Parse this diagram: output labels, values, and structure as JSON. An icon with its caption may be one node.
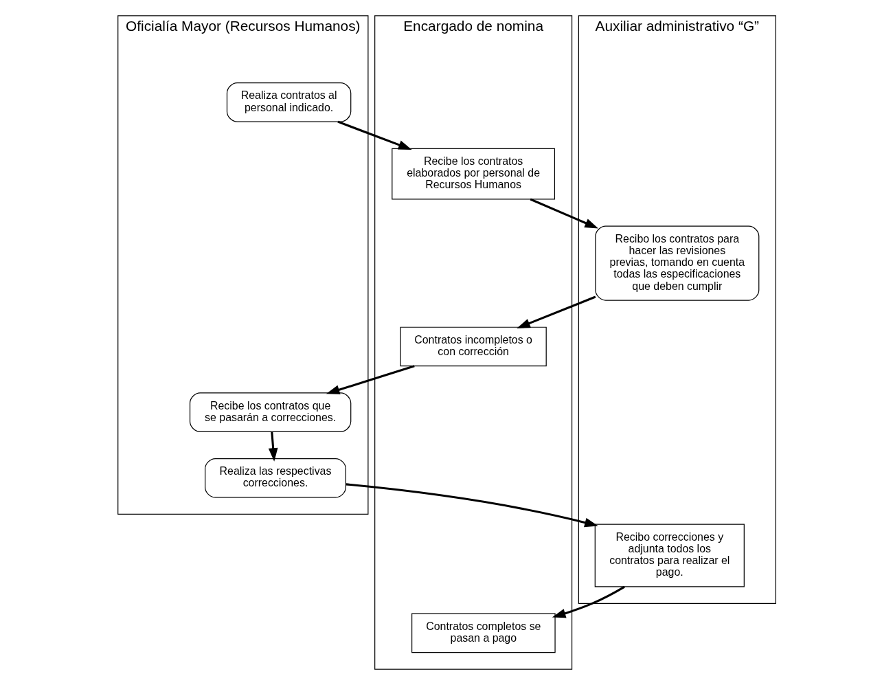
{
  "diagram": {
    "nodes": [
      {
        "text": [
          "Oficialía Mayor (Recursos Humanos)"
        ]
      },
      {
        "text": [
          "Encargado de nomina"
        ]
      },
      {
        "text": [
          "Auxiliar administrativo “G”"
        ]
      },
      {
        "text": [
          "Realiza contratos al personal indicado."
        ],
        "in": 0
      },
      {
        "text": [
          "Recibe los contratos elaborados por personal de Recursos Humanos"
        ],
        "in": 1
      },
      {
        "text": [
          "Recibo los contratos para hacer las revisiones previas, tomando en cuenta todas las especificaciones que deben cumplir"
        ],
        "in": 2
      },
      {
        "text": [
          "Contratos incompletos o con corrección"
        ],
        "in": 1
      },
      {
        "text": [
          "Recibe los contratos que se pasarán a correcciones."
        ],
        "in": 0
      },
      {
        "text": [
          "Realiza las respectivas correcciones."
        ],
        "in": 0
      },
      {
        "text": [
          "Recibo correcciones y adjunta todos los contratos para realizar el pago."
        ],
        "in": 2
      },
      {
        "text": [
          "Contratos completos se pasan a pago"
        ],
        "in": 1
      }
    ],
    "edges": [
      {
        "from": 3,
        "to": 4,
        "arrow": "to"
      },
      {
        "from": 4,
        "to": 5,
        "arrow": "to"
      },
      {
        "from": 5,
        "to": 6,
        "arrow": "to"
      },
      {
        "from": 6,
        "to": 7,
        "arrow": "to"
      },
      {
        "from": 7,
        "to": 8,
        "arrow": "to"
      },
      {
        "from": 8,
        "to": 9,
        "arrow": "to"
      },
      {
        "from": 9,
        "to": 10,
        "arrow": "to"
      }
    ]
  }
}
